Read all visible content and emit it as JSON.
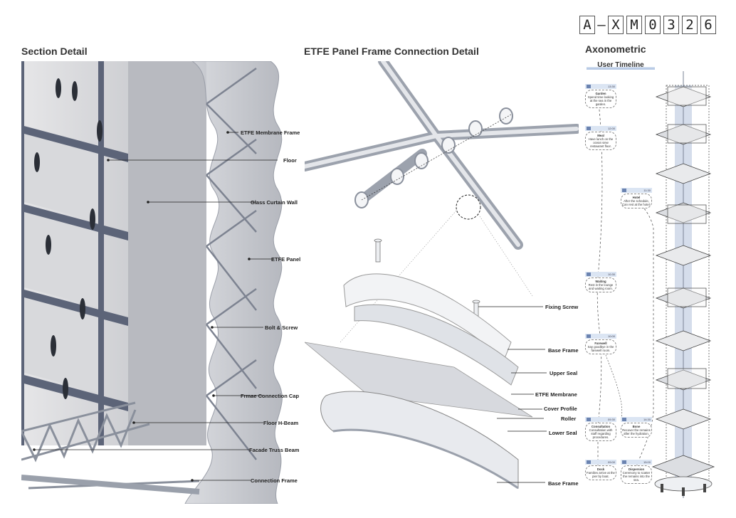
{
  "sheet_code": [
    "A",
    "–",
    "X",
    "M",
    "0",
    "3",
    "2",
    "6"
  ],
  "panels": {
    "section": {
      "title": "Section Detail"
    },
    "connection": {
      "title": "ETFE Panel Frame Connection Detail"
    },
    "axonometric": {
      "title": "Axonometric",
      "timeline_title": "User Timeline"
    }
  },
  "section_labels": [
    "ETFE Membrane Frame",
    "Floor",
    "Glass Curtain Wall",
    "ETFE Panel",
    "Bolt & Screw",
    "Frmae Connection Cap",
    "Floor H-Beam",
    "Facade Truss Beam",
    "Connection Frame"
  ],
  "detail_labels": [
    "Fixing Screw",
    "Base Frame",
    "Upper Seal",
    "ETFE Membrane",
    "Cover Profile",
    "Roller",
    "Lower Seal",
    "Base Frame"
  ],
  "timeline": [
    {
      "time": "13:30",
      "name": "Garden",
      "text": "Spend time looking at the sea in the garden."
    },
    {
      "time": "12:00",
      "name": "Meal",
      "text": "Have lunch on the ocean view restaurant floor."
    },
    {
      "time": "11:30",
      "name": "Hotel",
      "text": "After the schedule, Can rest at the hotel."
    },
    {
      "time": "10:30",
      "name": "Waiting",
      "text": "Rest in the lounge and waiting room."
    },
    {
      "time": "10:00",
      "name": "Farewell",
      "text": "Say goodbye in the farewell room."
    },
    {
      "time": "09:30",
      "name": "Consultation",
      "text": "Consultation with staff regarding procedures."
    },
    {
      "time": "14:30",
      "name": "Bone",
      "text": "Recover the remains after the hydration."
    },
    {
      "time": "09:00",
      "name": "Dock",
      "text": "Families arrive at the pier by boat."
    },
    {
      "time": "15:00",
      "name": "Dispersion",
      "text": "Ceremony to scatter the remains into the sea."
    }
  ],
  "colors": {
    "accent": "#b9cbe6",
    "steel": "#7a8396",
    "glass": "#c8ccd4"
  }
}
